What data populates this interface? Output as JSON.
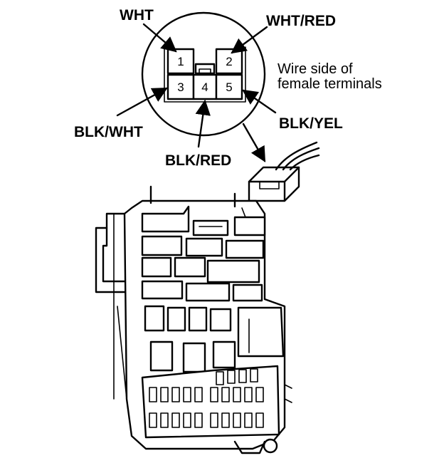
{
  "callout": {
    "wire_labels": {
      "pin1": "WHT",
      "pin2": "WHT/RED",
      "pin3": "BLK/WHT",
      "pin4": "BLK/RED",
      "pin5": "BLK/YEL"
    },
    "note_line1": "Wire side of",
    "note_line2": "female terminals",
    "terminal_numbers": [
      "1",
      "2",
      "3",
      "4",
      "5"
    ]
  },
  "colors": {
    "ink": "#000000",
    "paper": "#ffffff"
  }
}
